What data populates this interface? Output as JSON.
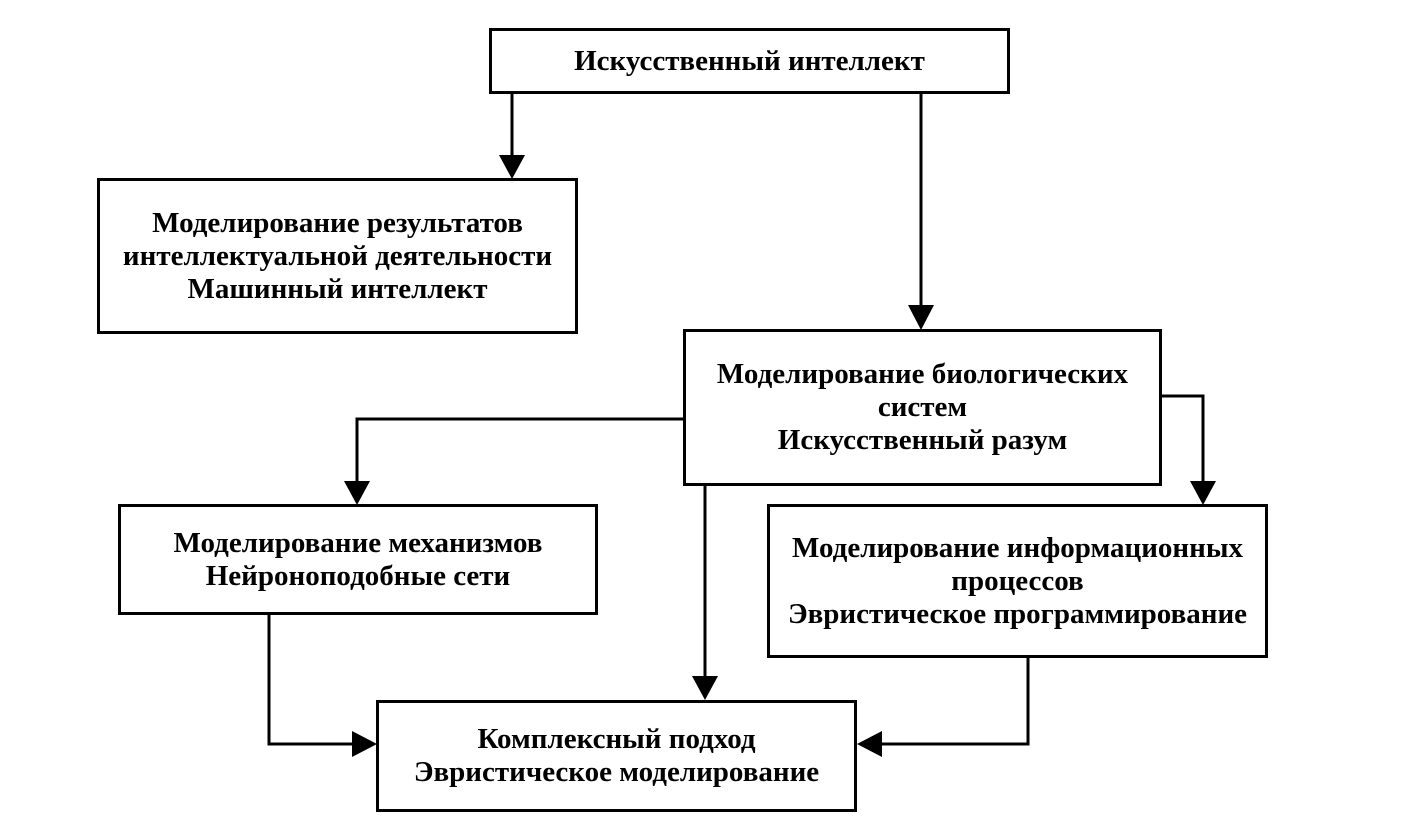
{
  "diagram": {
    "nodes": [
      {
        "id": "ai",
        "lines": [
          "Искусственный интеллект"
        ]
      },
      {
        "id": "results",
        "lines": [
          "Моделирование результатов",
          "интеллектуальной деятельности",
          "Машинный интеллект"
        ]
      },
      {
        "id": "bio",
        "lines": [
          "Моделирование биологических",
          "систем",
          "Искусственный разум"
        ]
      },
      {
        "id": "mech",
        "lines": [
          "Моделирование механизмов",
          "Нейроноподобные сети"
        ]
      },
      {
        "id": "info",
        "lines": [
          "Моделирование информационных",
          "процессов",
          "Эвристическое программирование"
        ]
      },
      {
        "id": "complex",
        "lines": [
          "Комплексный подход",
          "Эвристическое моделирование"
        ]
      }
    ],
    "edges": [
      {
        "from": "ai",
        "to": "results"
      },
      {
        "from": "ai",
        "to": "bio"
      },
      {
        "from": "bio",
        "to": "mech"
      },
      {
        "from": "bio",
        "to": "complex"
      },
      {
        "from": "bio",
        "to": "info"
      },
      {
        "from": "mech",
        "to": "complex"
      },
      {
        "from": "info",
        "to": "complex"
      }
    ]
  }
}
